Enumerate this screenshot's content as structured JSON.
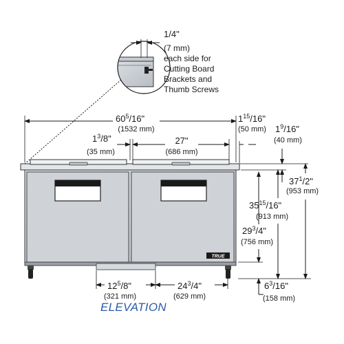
{
  "detail_note": {
    "dimension": "1/4\"",
    "metric": "(7 mm)",
    "lines": [
      "each side for",
      "Cutting Board",
      "Brackets and",
      "Thumb Screws"
    ]
  },
  "dimensions": {
    "overall_width": {
      "whole": "60",
      "frac": "5",
      "den": "/16\"",
      "metric": "(1532 mm)"
    },
    "right_offset": {
      "whole": "1",
      "frac": "15",
      "den": "/16\"",
      "metric": "(50 mm)"
    },
    "top_rail": {
      "whole": "1",
      "frac": "9",
      "den": "/16\"",
      "metric": "(40 mm)"
    },
    "left_rail": {
      "whole": "1",
      "frac": "3",
      "den": "/8\"",
      "metric": "(35 mm)"
    },
    "pan_opening": {
      "text": "27\"",
      "metric": "(686 mm)"
    },
    "overall_height": {
      "whole": "37",
      "frac": "1",
      "den": "/2\"",
      "metric": "(953 mm)"
    },
    "top_height": {
      "whole": "35",
      "frac": "15",
      "den": "/16\"",
      "metric": "(913 mm)"
    },
    "door_height": {
      "whole": "29",
      "frac": "3",
      "den": "/4\"",
      "metric": "(756 mm)"
    },
    "caster_height": {
      "whole": "6",
      "frac": "3",
      "den": "/16\"",
      "metric": "(158 mm)"
    },
    "caster_offset": {
      "whole": "12",
      "frac": "5",
      "den": "/8\"",
      "metric": "(321 mm)"
    },
    "caster_span": {
      "whole": "24",
      "frac": "3",
      "den": "/4\"",
      "metric": "(629 mm)"
    }
  },
  "brand_badge": "TRUE",
  "caption": "ELEVATION"
}
